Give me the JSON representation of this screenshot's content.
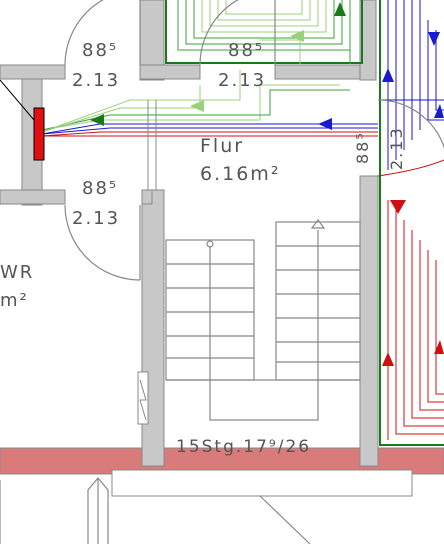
{
  "room": {
    "name": "Flur",
    "area": "6.16m²"
  },
  "left_room": {
    "name": "WR",
    "area": "m²"
  },
  "doors": [
    {
      "width": "88⁵",
      "height": "2.13"
    },
    {
      "width": "88⁵",
      "height": "2.13"
    },
    {
      "width": "88⁵",
      "height": "2.13"
    },
    {
      "width": "88⁵",
      "height": "2.13"
    }
  ],
  "stairs": {
    "label": "15Stg.17⁹/26"
  },
  "colors": {
    "wall": "#c8c8c8",
    "wall_edge": "#888888",
    "exterior_wall": "#d97b7b",
    "heating_zone_border": "#1a7a1a",
    "pipe_red": "#d01010",
    "pipe_blue": "#1a1ad0",
    "pipe_green": "#3aa03a",
    "pipe_light_green": "#9ad07a",
    "manifold": "#e01010"
  }
}
